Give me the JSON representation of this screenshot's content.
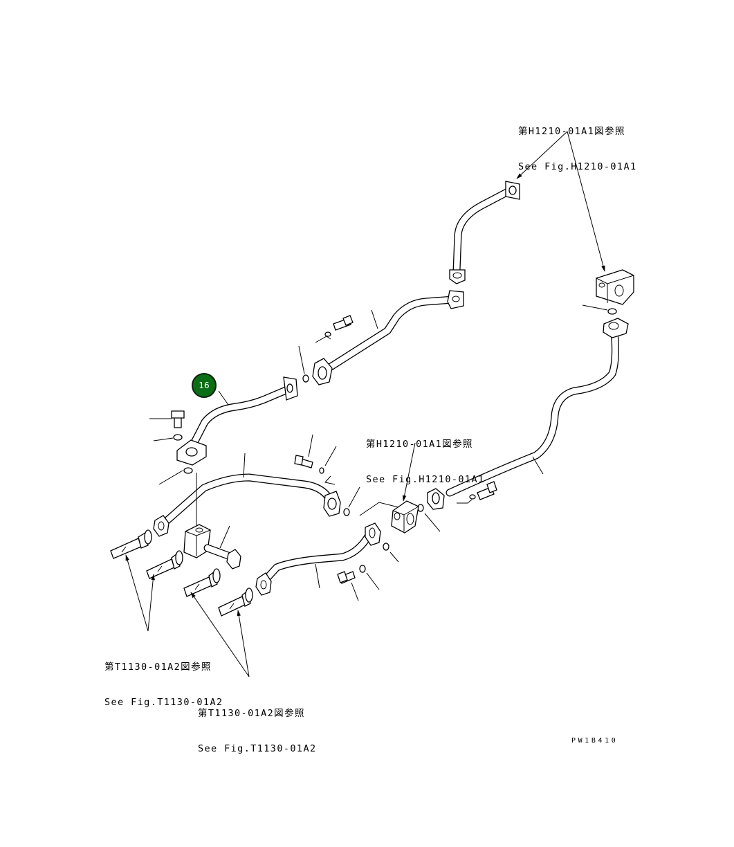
{
  "references": {
    "upper_right": {
      "line1": "第H1210-01A1図参照",
      "line2": "See Fig.H1210-01A1"
    },
    "middle": {
      "line1": "第H1210-01A1図参照",
      "line2": "See Fig.H1210-01A1"
    },
    "lower_left": {
      "line1": "第T1130-01A2図参照",
      "line2": "See Fig.T1130-01A2"
    },
    "bottom_center": {
      "line1": "第T1130-01A2図参照",
      "line2": "See Fig.T1130-01A2"
    }
  },
  "callout": {
    "number": "16",
    "color": "#0b6e16"
  },
  "drawing_code": "PW1B410"
}
